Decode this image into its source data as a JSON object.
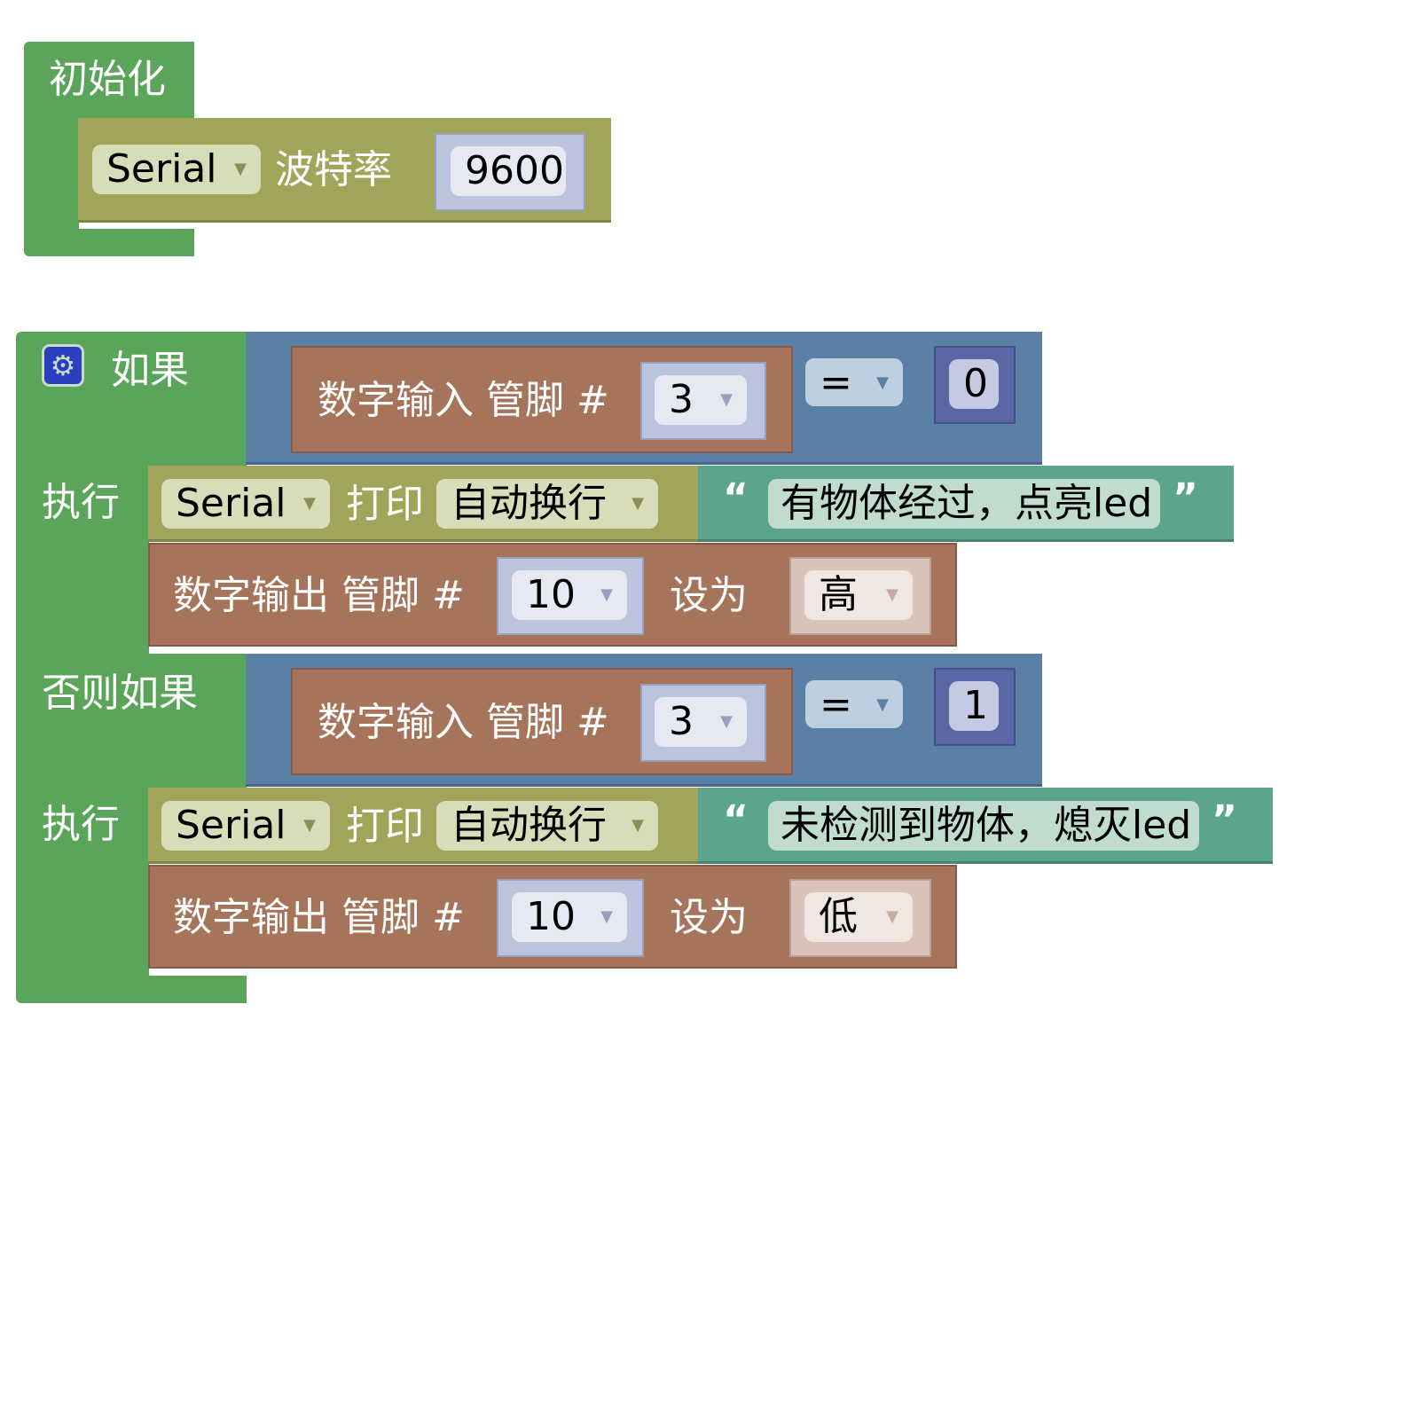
{
  "setup": {
    "title": "初始化",
    "serial_port": "Serial",
    "baud_label": "波特率",
    "baud_value": "9600"
  },
  "if_block": {
    "if_label": "如果",
    "do_label": "执行",
    "elseif_label": "否则如果",
    "do2_label": "执行",
    "branches": [
      {
        "cond": {
          "read_label": "数字输入 管脚 #",
          "pin": "3",
          "op": "=",
          "value": "0"
        },
        "print": {
          "port": "Serial",
          "print_label": "打印",
          "mode": "自动换行",
          "text": "有物体经过，点亮led"
        },
        "write": {
          "write_label": "数字输出 管脚 #",
          "pin": "10",
          "set_label": "设为",
          "level": "高"
        }
      },
      {
        "cond": {
          "read_label": "数字输入 管脚 #",
          "pin": "3",
          "op": "=",
          "value": "1"
        },
        "print": {
          "port": "Serial",
          "print_label": "打印",
          "mode": "自动换行",
          "text": "未检测到物体，熄灭led"
        },
        "write": {
          "write_label": "数字输出 管脚 #",
          "pin": "10",
          "set_label": "设为",
          "level": "低"
        }
      }
    ]
  },
  "colors": {
    "control": "#5ba55b",
    "serial": "#a0a55a",
    "logic": "#5b80a5",
    "io": "#a5745b",
    "text": "#5ba58c",
    "math": "#5b67a5"
  }
}
